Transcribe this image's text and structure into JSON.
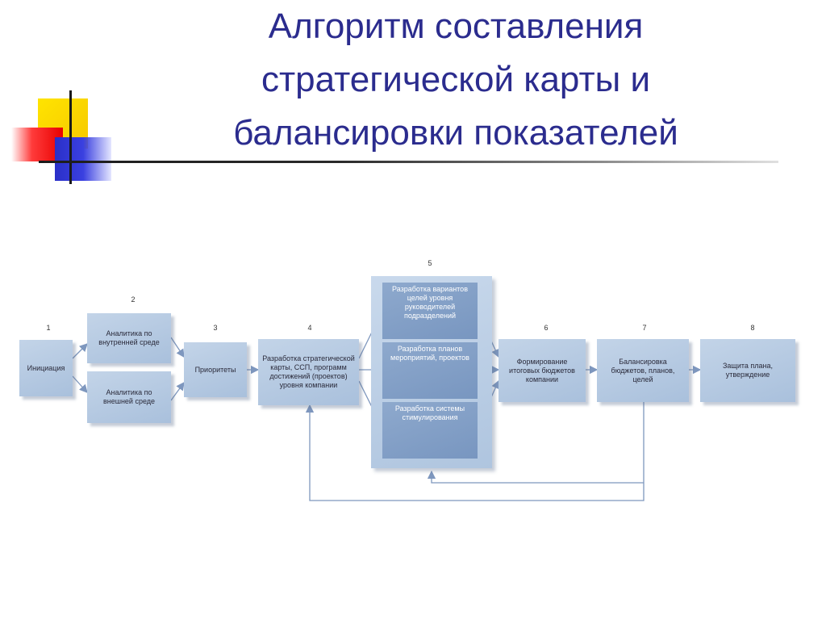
{
  "slide": {
    "title_lines": [
      "Алгоритм составления",
      "стратегической карты и",
      "балансировки показателей"
    ]
  },
  "diagram": {
    "steps": [
      {
        "number": "1",
        "label": "Инициация"
      },
      {
        "number": "2",
        "items": [
          "Аналитика по внутренней среде",
          "Аналитика по внешней среде"
        ]
      },
      {
        "number": "3",
        "label": "Приоритеты"
      },
      {
        "number": "4",
        "label": "Разработка стратегической карты, ССП, программ достижений (проектов) уровня компании"
      },
      {
        "number": "5",
        "items": [
          "Разработка вариантов целей уровня руководителей подразделений",
          "Разработка планов мероприятий, проектов",
          "Разработка системы стимулирования"
        ]
      },
      {
        "number": "6",
        "label": "Формирование итоговых бюджетов компании"
      },
      {
        "number": "7",
        "label": "Балансировка бюджетов, планов, целей"
      },
      {
        "number": "8",
        "label": "Защита плана, утверждение"
      }
    ],
    "colors": {
      "title": "#2b2c8e",
      "box": "#b3c7df",
      "inner_box": "#8199c3",
      "line": "#7e97be"
    }
  }
}
